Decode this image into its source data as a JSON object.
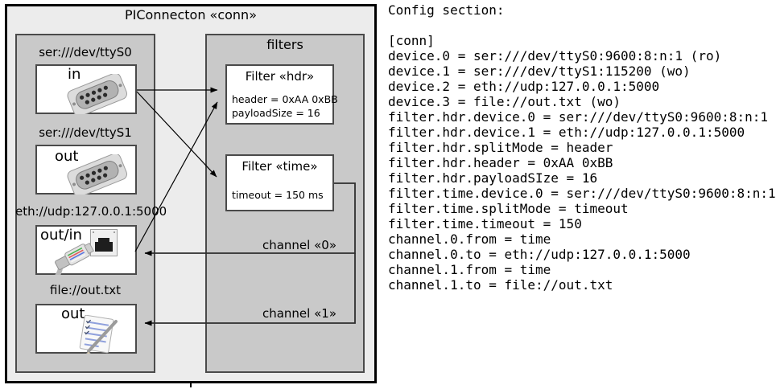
{
  "diagram": {
    "title": "PIConnecton «conn»",
    "devices_panel": {
      "devices": [
        {
          "uri": "ser:///dev/ttyS0",
          "direction": "in",
          "icon": "serial-db9-connector"
        },
        {
          "uri": "ser:///dev/ttyS1",
          "direction": "out",
          "icon": "serial-db9-connector"
        },
        {
          "uri": "eth://udp:127.0.0.1:5000",
          "direction": "out/in",
          "icon": "ethernet-rj45-connector"
        },
        {
          "uri": "file://out.txt",
          "direction": "out",
          "icon": "notepad-pen"
        }
      ]
    },
    "filters_panel": {
      "title": "filters",
      "filters": [
        {
          "title": "Filter «hdr»",
          "attributes": [
            "header = 0xAA 0xBB",
            "payloadSize = 16"
          ]
        },
        {
          "title": "Filter «time»",
          "attributes": [
            "timeout = 150 ms"
          ]
        }
      ]
    },
    "channels": [
      {
        "label": "channel «0»"
      },
      {
        "label": "channel «1»"
      }
    ]
  },
  "config": {
    "heading": "Config section:",
    "lines": [
      "[conn]",
      "device.0 = ser:///dev/ttyS0:9600:8:n:1 (ro)",
      "device.1 = ser:///dev/ttyS1:115200 (wo)",
      "device.2 = eth://udp:127.0.0.1:5000",
      "device.3 = file://out.txt (wo)",
      "filter.hdr.device.0 = ser:///dev/ttyS0:9600:8:n:1",
      "filter.hdr.device.1 = eth://udp:127.0.0.1:5000",
      "filter.hdr.splitMode = header",
      "filter.hdr.header = 0xAA 0xBB",
      "filter.hdr.payloadSIze = 16",
      "filter.time.device.0 = ser:///dev/ttyS0:9600:8:n:1",
      "filter.time.splitMode = timeout",
      "filter.time.timeout = 150",
      "channel.0.from = time",
      "channel.0.to = eth://udp:127.0.0.1:5000",
      "channel.1.from = time",
      "channel.1.to = file://out.txt"
    ]
  },
  "colors": {
    "outer_fill": "#ececec",
    "panel_fill": "#c9c9c9",
    "node_fill": "#ffffff",
    "border_dark": "#4a4a4a",
    "outer_border": "#000000",
    "line": "#2e2e2e",
    "text": "#000000"
  }
}
